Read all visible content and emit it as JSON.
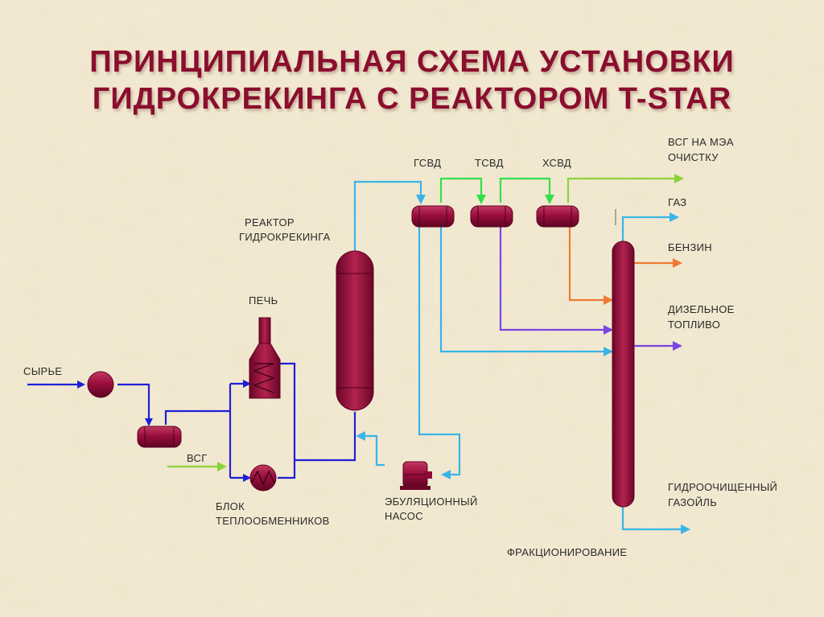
{
  "title": {
    "line1": "ПРИНЦИПИАЛЬНАЯ СХЕМА УСТАНОВКИ",
    "line2": "ГИДРОКРЕКИНГА  С РЕАКТОРОМ T-STAR"
  },
  "labels": {
    "feed": "СЫРЬЕ",
    "hydrogen_gas": "ВСГ",
    "heat_exchangers_1": "БЛОК",
    "heat_exchangers_2": "ТЕПЛООБМЕННИКОВ",
    "furnace": "ПЕЧЬ",
    "reactor_1": "РЕАКТОР",
    "reactor_2": "ГИДРОКРЕКИНГА",
    "pump_1": "ЭБУЛЯЦИОННЫЙ",
    "pump_2": "НАСОС",
    "hps_hot": "ГСВД",
    "hps_warm": "ТСВД",
    "hps_cold": "ХСВД",
    "fractionation": "ФРАКЦИОНИРОВАНИЕ"
  },
  "products": {
    "hydrogen_to_mea_1": "ВСГ НА МЭА",
    "hydrogen_to_mea_2": "ОЧИСТКУ",
    "gas": "ГАЗ",
    "gasoline": "БЕНЗИН",
    "diesel_1": "ДИЗЕЛЬНОЕ",
    "diesel_2": "ТОПЛИВО",
    "gasoil_1": "ГИДРООЧИЩЕННЫЙ",
    "gasoil_2": "ГАЗОЙЛЬ"
  },
  "colors": {
    "equipment": "#9a0e3e",
    "feed_line": "#1f1fd6",
    "hydrogen_line": "#8ad43a",
    "hot_line": "#3ab4e6",
    "gas_line": "#33e04a",
    "warm_line": "#7a44e0",
    "gasoline_line": "#f07a34",
    "title": "#8a0e2e"
  }
}
